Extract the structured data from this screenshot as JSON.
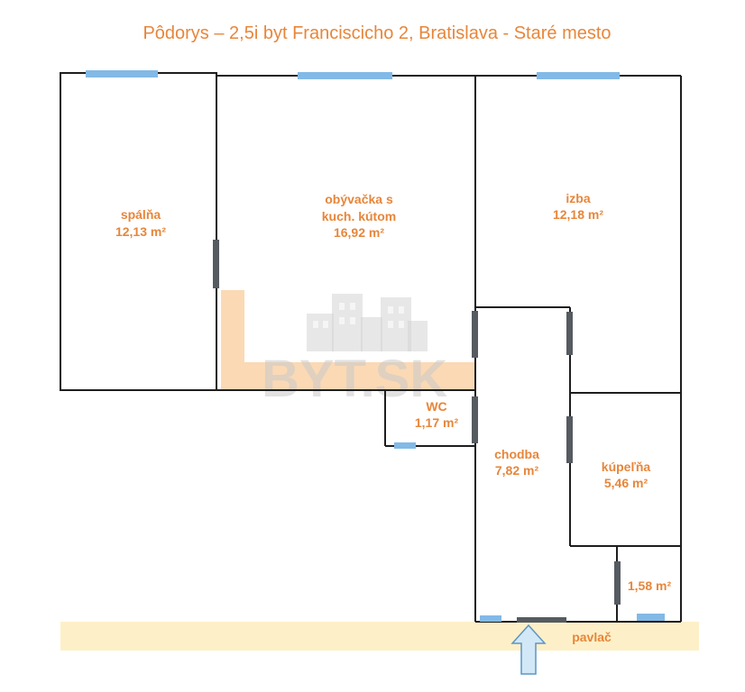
{
  "title": "Pôdorys – 2,5i byt Franciscicho 2, Bratislava - Staré mesto",
  "rooms": {
    "bedroom": {
      "name": "spálňa",
      "area": "12,13 m²"
    },
    "living": {
      "name_line1": "obývačka s",
      "name_line2": "kuch. kútom",
      "area": "16,92 m²"
    },
    "room": {
      "name": "izba",
      "area": "12,18 m²"
    },
    "wc": {
      "name": "WC",
      "area": "1,17 m²"
    },
    "hallway": {
      "name": "chodba",
      "area": "7,82 m²"
    },
    "bathroom": {
      "name": "kúpeľňa",
      "area": "5,46 m²"
    },
    "storage": {
      "area": "1,58 m²"
    }
  },
  "corridor": {
    "label": "pavlač"
  },
  "watermark": {
    "text": "BYT.SK"
  },
  "colors": {
    "text_accent": "#e7863a",
    "window": "#82b9e6",
    "door": "#555b60",
    "kitchen_fill": "#fbd9b5",
    "corridor_fill": "#fdf0c8",
    "wall": "#1e1e1e"
  }
}
